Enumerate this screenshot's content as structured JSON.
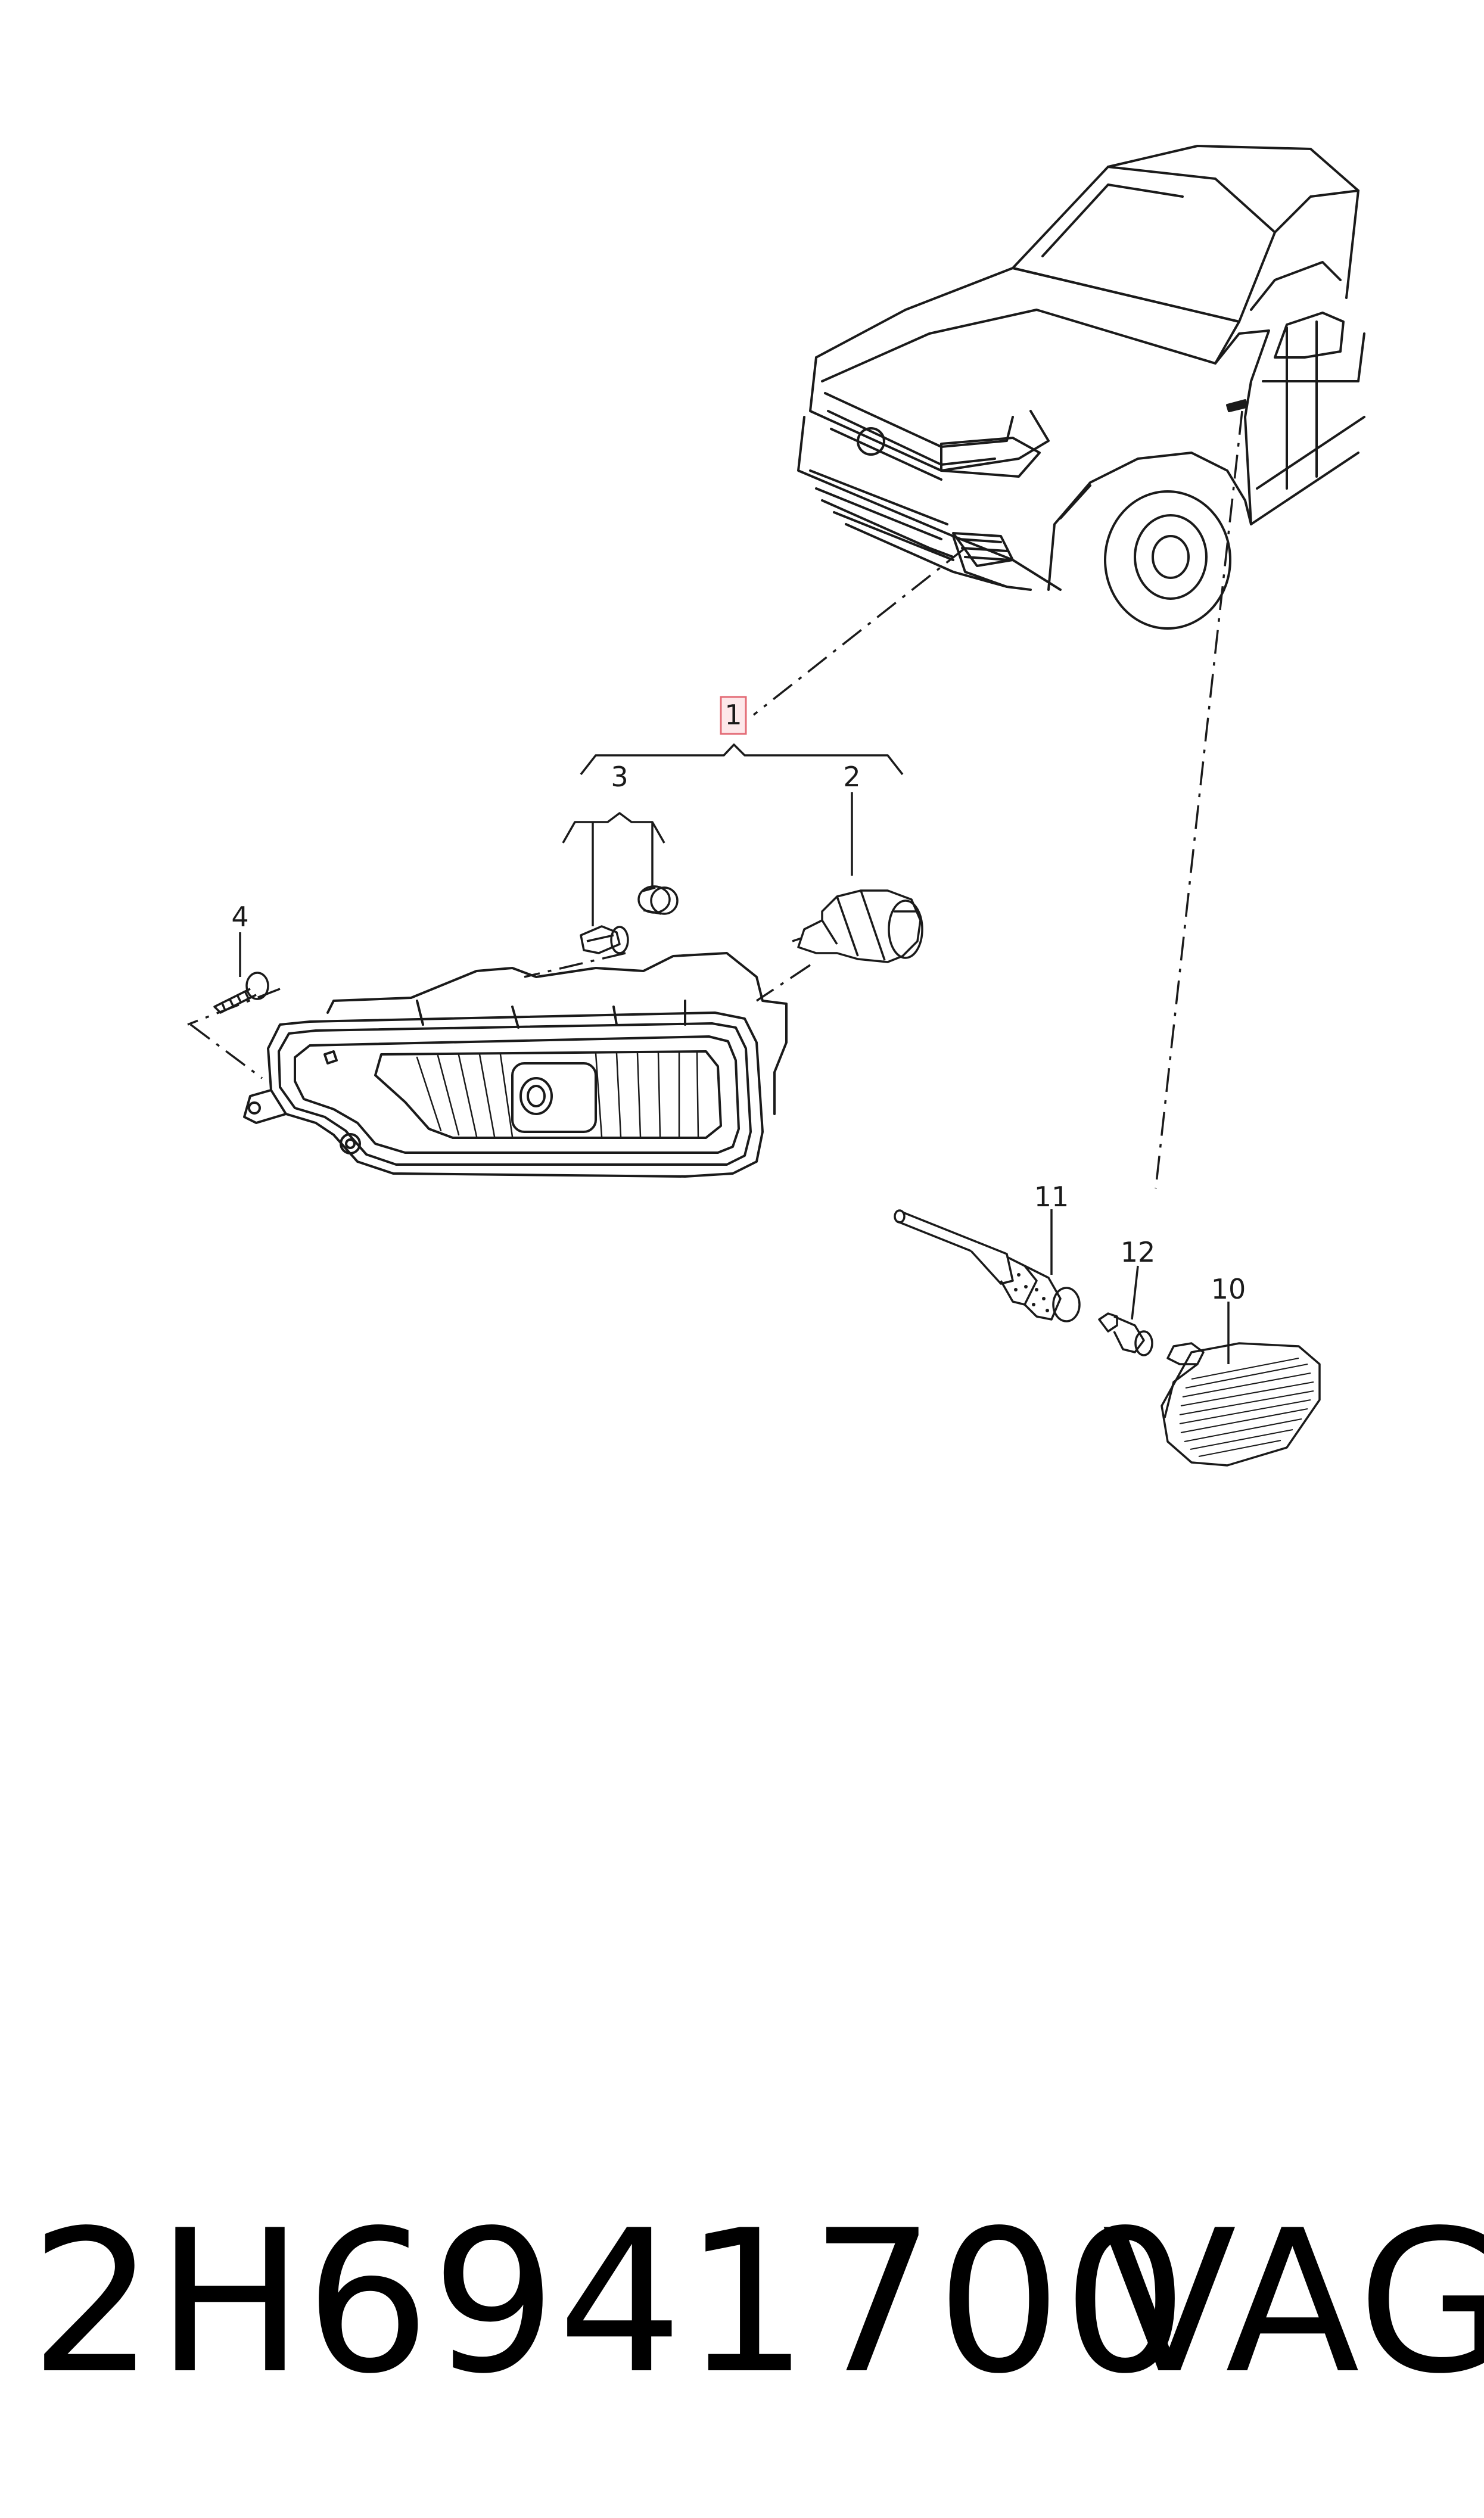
{
  "callouts": {
    "item_1": "1",
    "item_2": "2",
    "item_3": "3",
    "item_4": "4",
    "item_10": "10",
    "item_11": "11",
    "item_12": "12"
  },
  "footer": {
    "part_number": "2H6941700",
    "brand": "VAG"
  },
  "colors": {
    "line": "#1a1a1a",
    "highlight_box": "#e36b75",
    "highlight_fill": "#fde8ea",
    "background": "#ffffff"
  }
}
